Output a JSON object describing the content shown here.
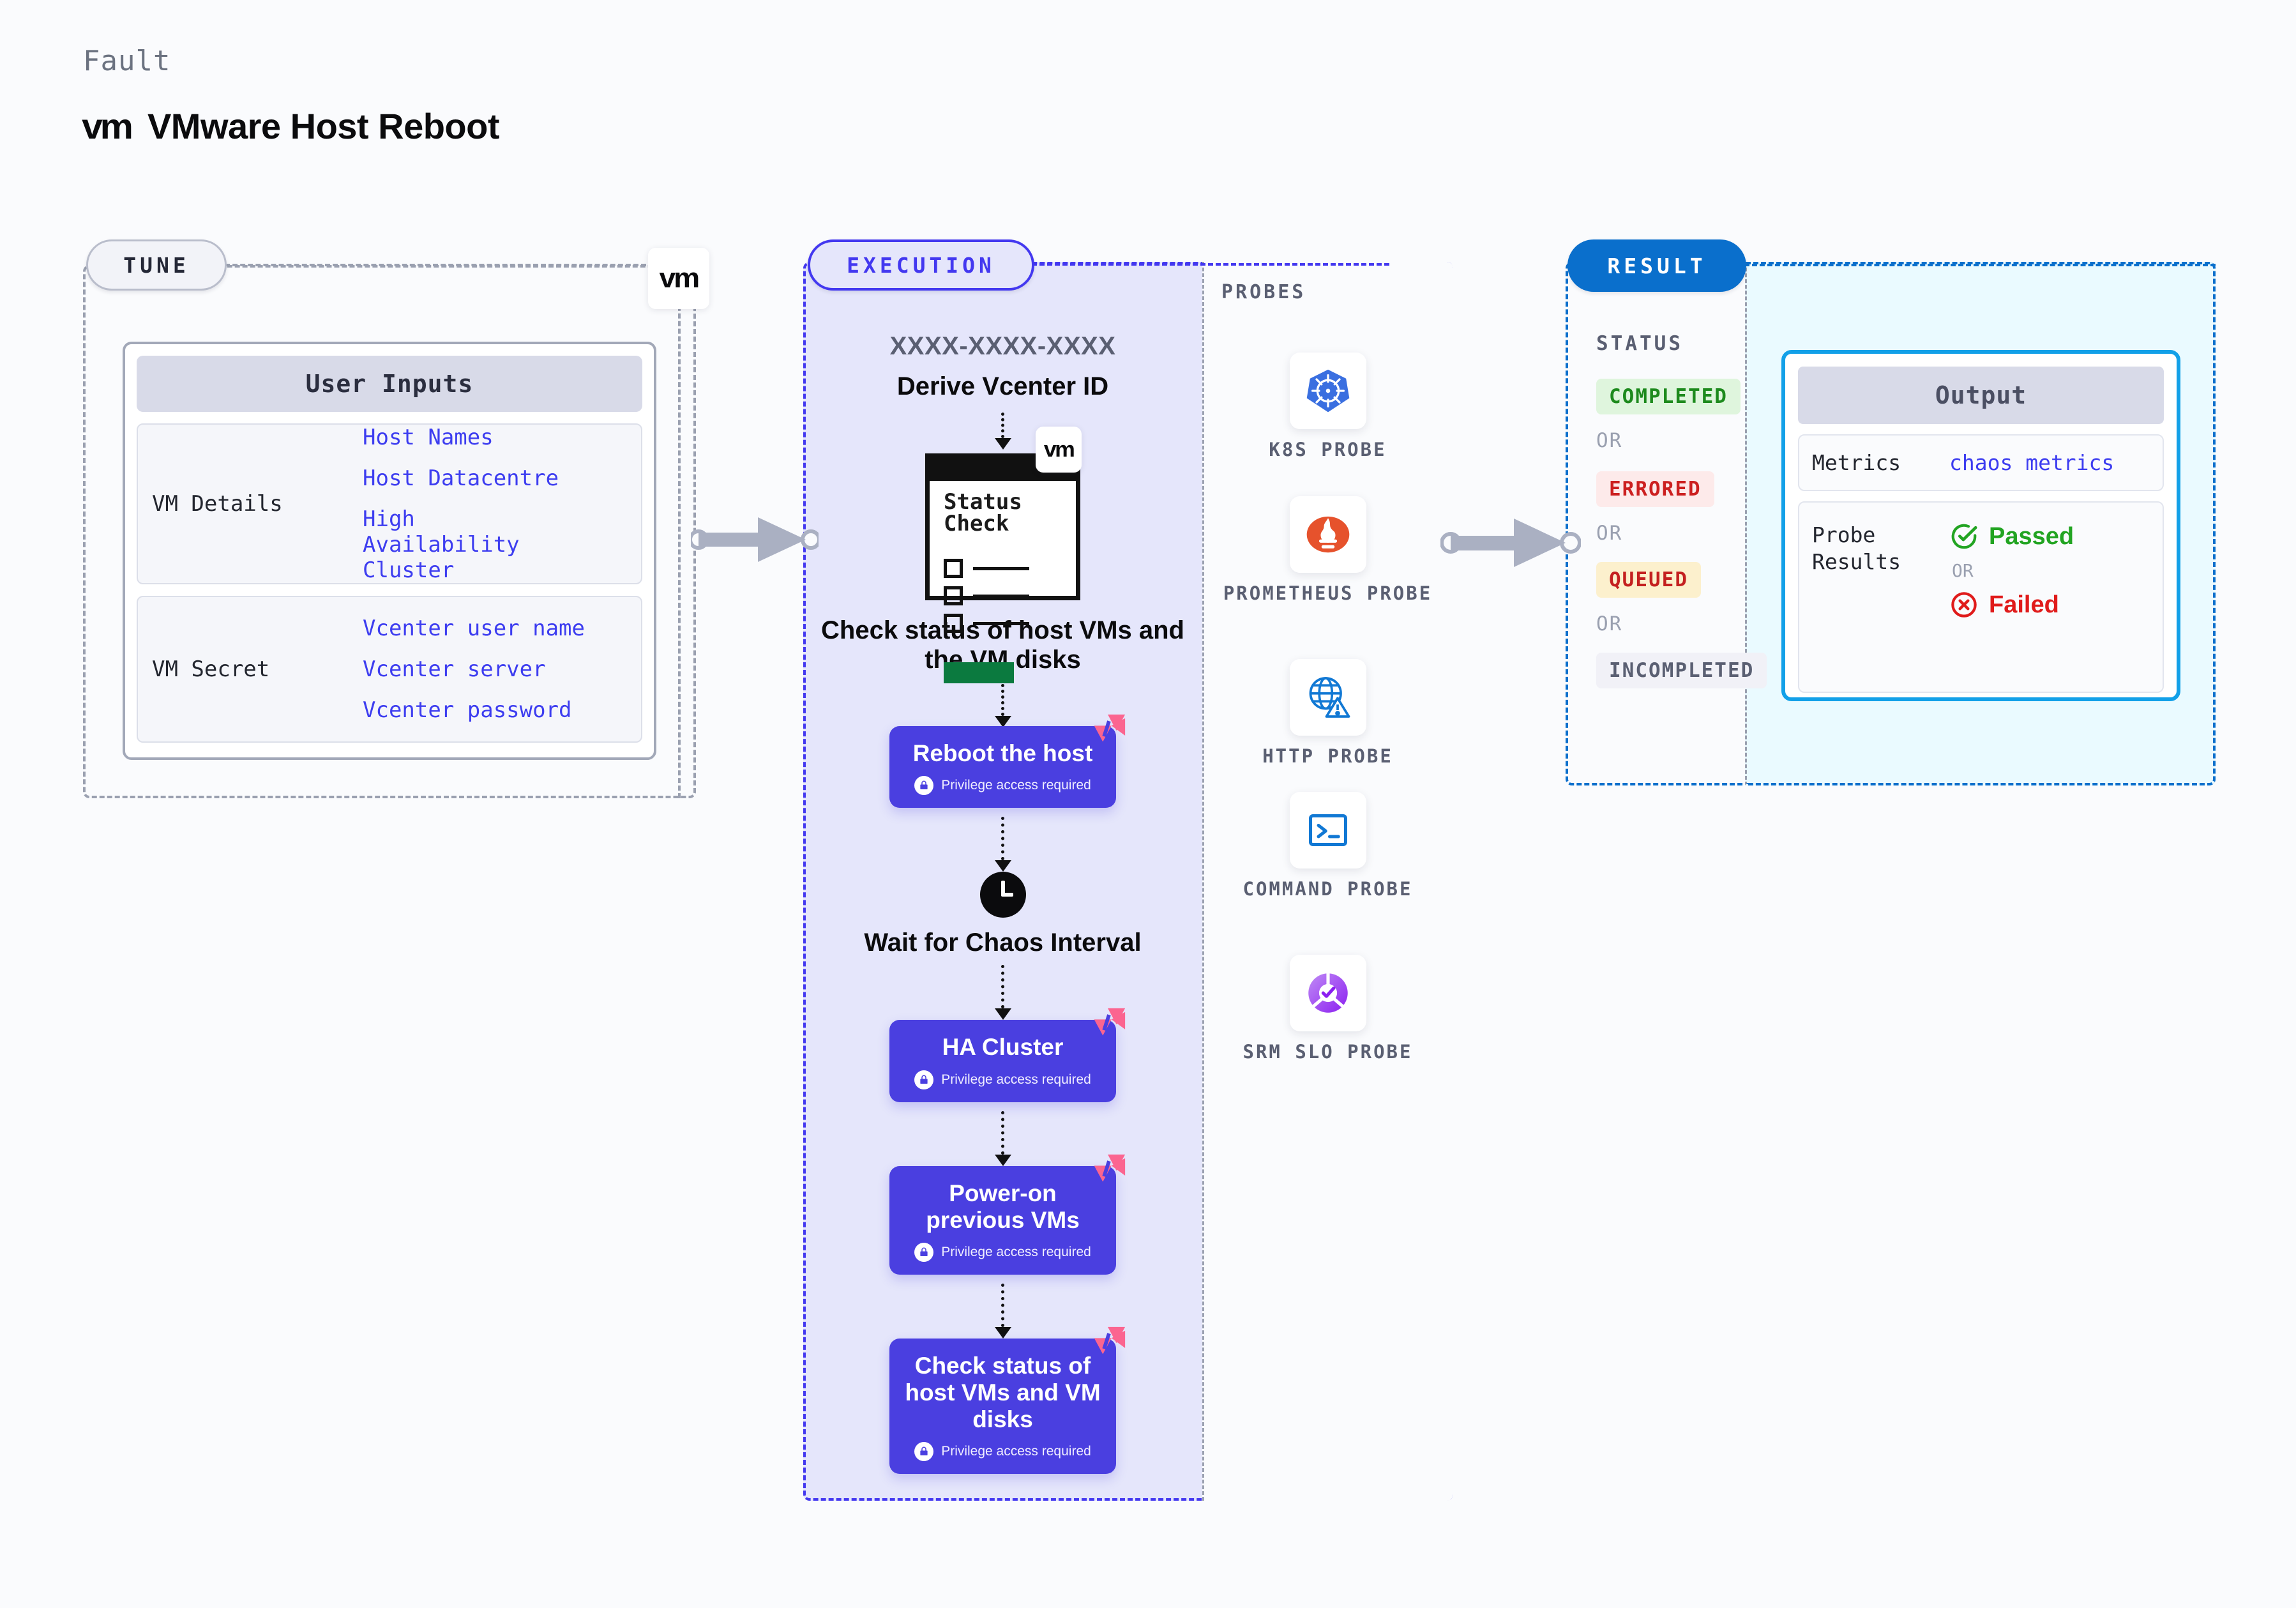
{
  "header": {
    "kicker": "Fault",
    "logo_mark": "vm",
    "title": "VMware Host Reboot"
  },
  "tune": {
    "label": "TUNE",
    "badge_logo": "vm",
    "card_title": "User Inputs",
    "groups": [
      {
        "label": "VM Details",
        "values": [
          "Host Names",
          "Host Datacentre",
          "High Availability Cluster"
        ]
      },
      {
        "label": "VM Secret",
        "values": [
          "Vcenter user name",
          "Vcenter server",
          "Vcenter password"
        ]
      }
    ]
  },
  "execution": {
    "label": "EXECUTION",
    "run_id": "XXXX-XXXX-XXXX",
    "derive_caption": "Derive Vcenter ID",
    "status_check": {
      "line1": "Status",
      "line2": "Check",
      "badge_logo": "vm"
    },
    "check_caption": "Check status of host VMs and the VM disks",
    "steps": [
      {
        "title": "Reboot the host",
        "note": "Privilege access required"
      },
      {
        "title": "HA Cluster",
        "note": "Privilege access required"
      },
      {
        "title": "Power-on previous VMs",
        "note": "Privilege access required"
      },
      {
        "title": "Check status of host VMs and VM disks",
        "note": "Privilege access required"
      }
    ],
    "wait": {
      "caption": "Wait for Chaos Interval"
    }
  },
  "probes": {
    "title": "PROBES",
    "items": [
      {
        "name": "K8S PROBE",
        "icon": "kubernetes-icon"
      },
      {
        "name": "PROMETHEUS PROBE",
        "icon": "prometheus-icon"
      },
      {
        "name": "HTTP PROBE",
        "icon": "http-globe-warning-icon"
      },
      {
        "name": "COMMAND PROBE",
        "icon": "terminal-icon"
      },
      {
        "name": "SRM SLO PROBE",
        "icon": "srm-slo-icon"
      }
    ]
  },
  "result": {
    "label": "RESULT",
    "status_title": "STATUS",
    "or_text": "OR",
    "statuses": [
      {
        "text": "COMPLETED",
        "bg": "#dff5dd",
        "fg": "#1d8a1d"
      },
      {
        "text": "ERRORED",
        "bg": "#fdeaea",
        "fg": "#cc1f1f"
      },
      {
        "text": "QUEUED",
        "bg": "#fcf0cd",
        "fg": "#c42020"
      },
      {
        "text": "INCOMPLETED",
        "bg": "#f1f1f7",
        "fg": "#5a5f72"
      }
    ]
  },
  "output": {
    "title": "Output",
    "metrics_label": "Metrics",
    "metrics_value": "chaos metrics",
    "probe_results_label": "Probe Results",
    "passed_text": "Passed",
    "failed_text": "Failed",
    "or_text": "OR"
  },
  "colors": {
    "brand_purple": "#4a3fe0",
    "exec_panel": "#e5e6fb",
    "result_blue": "#0a6fcc",
    "output_cyan": "#12a0e8",
    "litmus_pink": "#fb6590",
    "passed_green": "#22a422",
    "failed_red": "#e01b1b"
  }
}
